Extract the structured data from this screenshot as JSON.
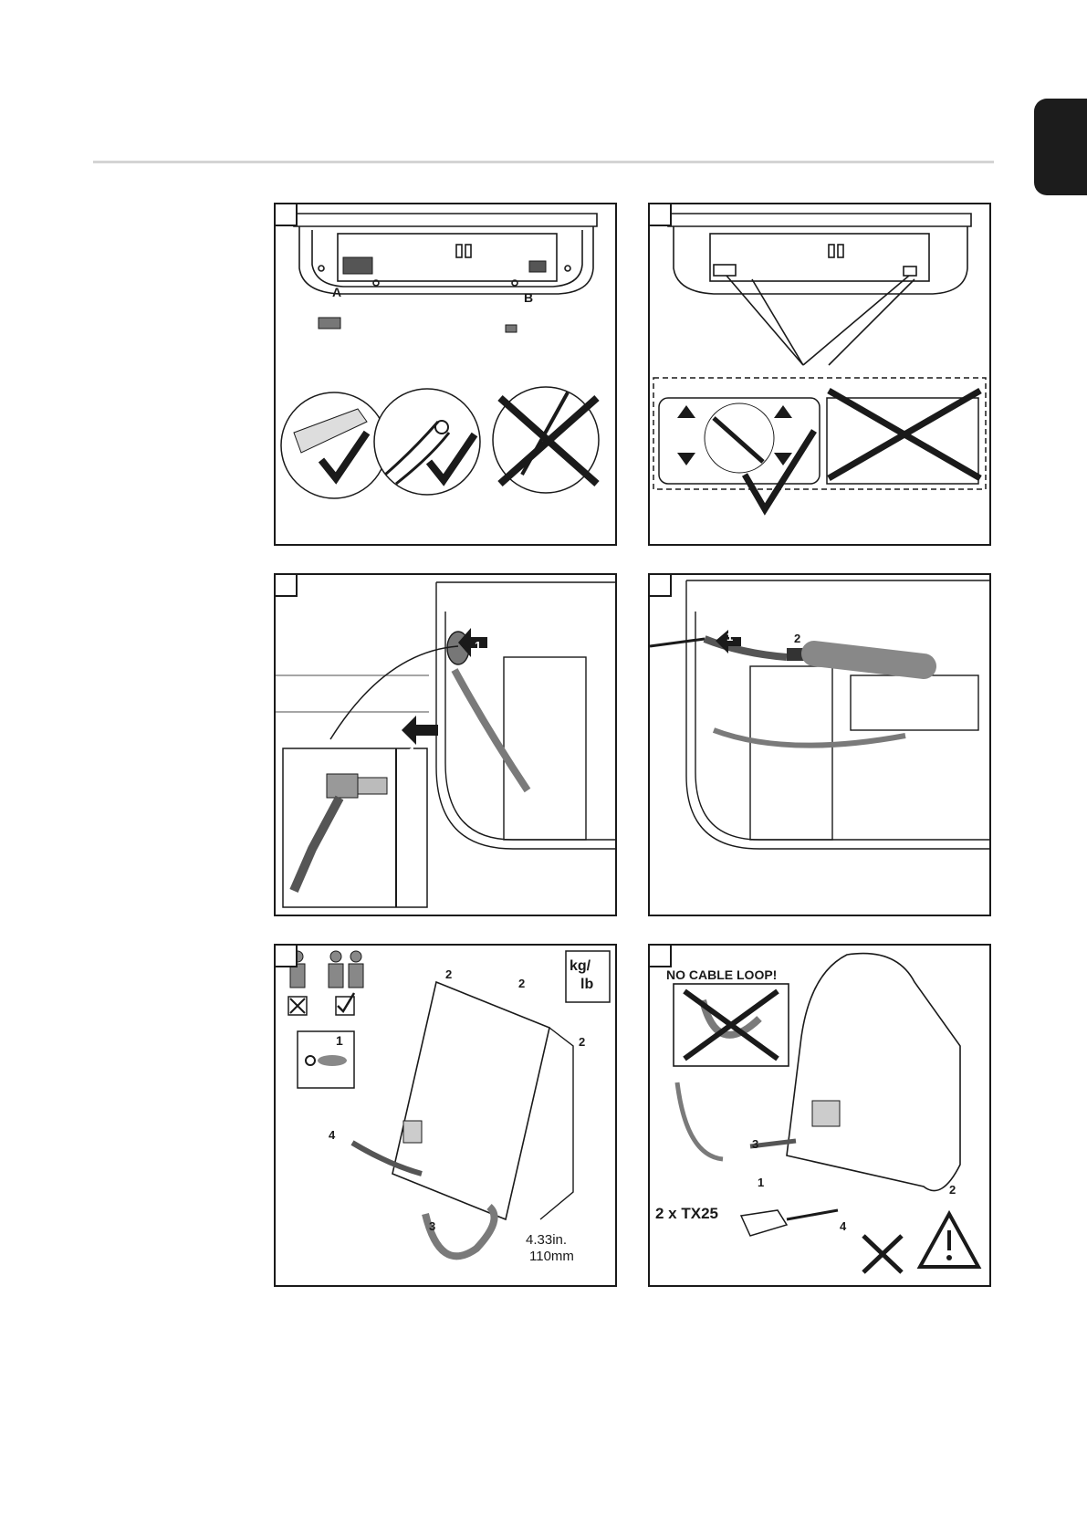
{
  "panels": {
    "p6": {
      "label": "NO CABLE LOOP!",
      "tool": "2 x TX25"
    },
    "p5": {
      "weight_unit_top": "kg/",
      "weight_unit_bottom": "lb",
      "gap_in": "4.33in.",
      "gap_mm": "110mm"
    }
  },
  "callouts": {
    "a": "A",
    "b": "B",
    "one": "1",
    "two": "2",
    "three": "3",
    "four": "4"
  },
  "icons": {
    "p1": [
      "knife-icon",
      "pliers-icon",
      "screwdriver-icon",
      "check-icon",
      "cross-icon"
    ],
    "p2": [
      "blade-icon",
      "arrow-up-icon",
      "arrow-down-icon",
      "check-icon",
      "cross-icon"
    ],
    "p3": [
      "arrow-left-icon",
      "cable-gland-icon"
    ],
    "p4": [
      "arrow-left-icon",
      "cable-icon"
    ],
    "p5": [
      "one-person-icon",
      "two-persons-icon",
      "weight-icon",
      "switch-icon"
    ],
    "p6": [
      "screwdriver-icon",
      "warning-icon",
      "cross-icon"
    ]
  },
  "colors": {
    "line": "#1a1a1a",
    "cable": "#7a7a7a",
    "rule": "#d4d4d4"
  }
}
